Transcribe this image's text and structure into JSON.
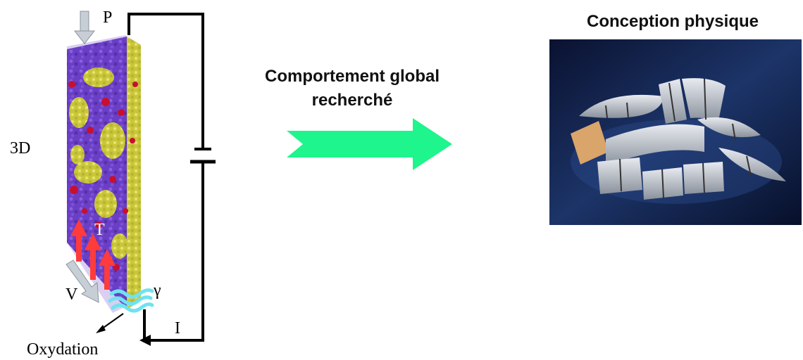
{
  "labels": {
    "pressure": "P",
    "dimension": "3D",
    "temperature": "T",
    "velocity": "V",
    "radiation": "γ",
    "current": "I",
    "oxidation": "Oxydation"
  },
  "arrow_caption": {
    "line1": "Comportement global",
    "line2": "recherché"
  },
  "photo": {
    "title": "Conception physique",
    "alt": "brake-pad-parts-photo"
  },
  "colors": {
    "particle_purple": "#6a3fc6",
    "particle_yellow": "#d6d24a",
    "particle_red": "#c8102e",
    "heat_arrow": "#ff3b3b",
    "big_arrow": "#1ef58c",
    "wave": "#6fe3f0",
    "photo_bg": "#0e1a3a"
  }
}
